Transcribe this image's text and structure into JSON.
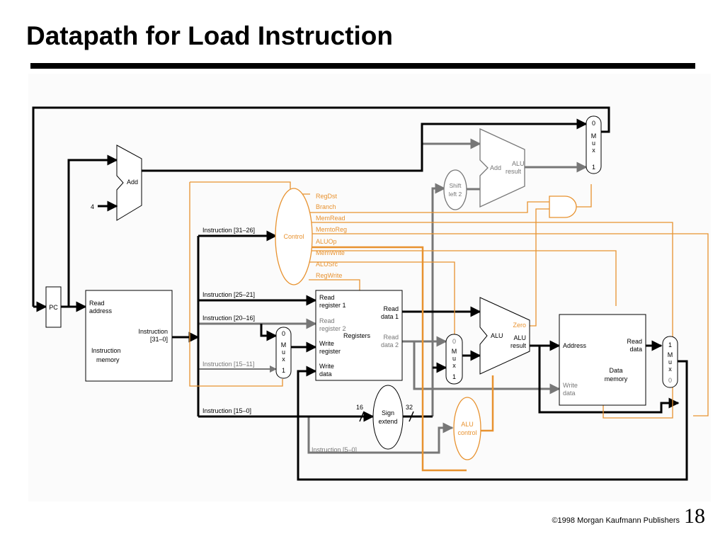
{
  "slide": {
    "title": "Datapath for Load Instruction",
    "copyright": "©1998 Morgan Kaufmann Publishers",
    "page_number": "18"
  },
  "colors": {
    "active": "#000000",
    "inactive": "#777777",
    "control": "#e8922f"
  },
  "diagram": {
    "pc": "PC",
    "add_top": "Add",
    "const_four": "4",
    "instr_mem": {
      "read_address": [
        "Read",
        "address"
      ],
      "instruction": [
        "Instruction",
        "[31–0]"
      ],
      "name": [
        "Instruction",
        "memory"
      ]
    },
    "instr_fields": {
      "f31_26": "Instruction [31–26]",
      "f25_21": "Instruction [25–21]",
      "f20_16": "Instruction [20–16]",
      "f15_11": "Instruction [15–11]",
      "f15_0": "Instruction [15–0]",
      "f5_0": "Instruction [5–0]"
    },
    "control": {
      "name": "Control",
      "signals": [
        "RegDst",
        "Branch",
        "MemRead",
        "MemtoReg",
        "ALUOp",
        "MemWrite",
        "ALUSrc",
        "RegWrite"
      ]
    },
    "registers": {
      "read_reg1": [
        "Read",
        "register 1"
      ],
      "read_reg2": [
        "Read",
        "register 2"
      ],
      "write_reg": [
        "Write",
        "register"
      ],
      "write_data": [
        "Write",
        "data"
      ],
      "read_data1": [
        "Read",
        "data 1"
      ],
      "read_data2": [
        "Read",
        "data 2"
      ],
      "name": "Registers"
    },
    "mux": {
      "m": "M",
      "u": "u",
      "x": "x",
      "zero": "0",
      "one": "1"
    },
    "sign_extend": [
      "Sign",
      "extend"
    ],
    "bits_16": "16",
    "bits_32": "32",
    "shift_left": [
      "Shift",
      "left 2"
    ],
    "add_branch": [
      "Add",
      "ALU",
      "result"
    ],
    "alu": {
      "name": "ALU",
      "zero": "Zero",
      "result": [
        "ALU",
        "result"
      ]
    },
    "alu_control": [
      "ALU",
      "control"
    ],
    "data_mem": {
      "address": "Address",
      "read_data": [
        "Read",
        "data"
      ],
      "write_data": [
        "Write",
        "data"
      ],
      "name": [
        "Data",
        "memory"
      ]
    }
  }
}
